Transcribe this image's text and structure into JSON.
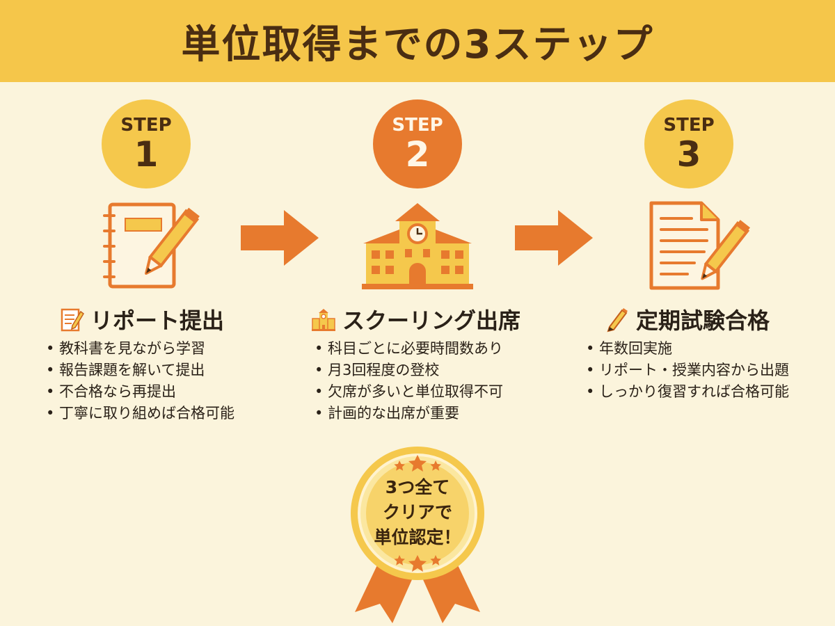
{
  "title": "単位取得までの3ステップ",
  "colors": {
    "banner": "#f5c64a",
    "background": "#fbf4dc",
    "accent_orange": "#e77a2e",
    "accent_yellow": "#f5c84c"
  },
  "steps": [
    {
      "badge_word": "STEP",
      "badge_number": "1",
      "badge_color": "yellow",
      "icon": "notebook-pencil-icon",
      "heading": "リポート提出",
      "bullets": [
        "• 教科書を見ながら学習",
        "• 報告課題を解いて提出",
        "• 不合格なら再提出",
        "• 丁寧に取り組めば合格可能"
      ]
    },
    {
      "badge_word": "STEP",
      "badge_number": "2",
      "badge_color": "orange",
      "icon": "school-building-icon",
      "heading": "スクーリング出席",
      "bullets": [
        "• 科目ごとに必要時間数あり",
        "• 月3回程度の登校",
        "• 欠席が多いと単位取得不可",
        "• 計画的な出席が重要"
      ]
    },
    {
      "badge_word": "STEP",
      "badge_number": "3",
      "badge_color": "yellow",
      "icon": "exam-paper-pencil-icon",
      "heading": "定期試験合格",
      "bullets": [
        "• 年数回実施",
        "• リポート・授業内容から出題",
        "• しっかり復習すれば合格可能"
      ]
    }
  ],
  "medal": {
    "icon": "medal-ribbon-icon",
    "lines": [
      "3つ全て",
      "クリアで",
      "単位認定！"
    ]
  }
}
